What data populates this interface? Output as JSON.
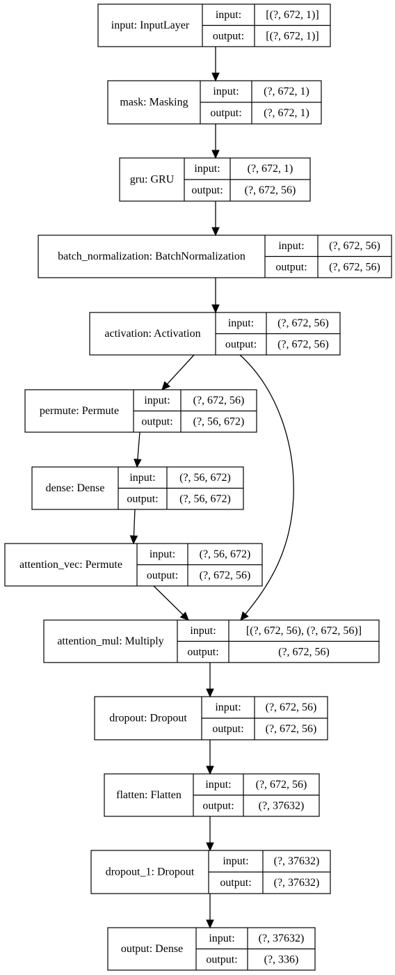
{
  "nodes": [
    {
      "id": "input",
      "label": "input: InputLayer",
      "in_label": "input:",
      "out_label": "output:",
      "input": "[(?, 672, 1)]",
      "output": "[(?, 672, 1)]"
    },
    {
      "id": "mask",
      "label": "mask: Masking",
      "in_label": "input:",
      "out_label": "output:",
      "input": "(?, 672, 1)",
      "output": "(?, 672, 1)"
    },
    {
      "id": "gru",
      "label": "gru: GRU",
      "in_label": "input:",
      "out_label": "output:",
      "input": "(?, 672, 1)",
      "output": "(?, 672, 56)"
    },
    {
      "id": "batch_normalization",
      "label": "batch_normalization: BatchNormalization",
      "in_label": "input:",
      "out_label": "output:",
      "input": "(?, 672, 56)",
      "output": "(?, 672, 56)"
    },
    {
      "id": "activation",
      "label": "activation: Activation",
      "in_label": "input:",
      "out_label": "output:",
      "input": "(?, 672, 56)",
      "output": "(?, 672, 56)"
    },
    {
      "id": "permute",
      "label": "permute: Permute",
      "in_label": "input:",
      "out_label": "output:",
      "input": "(?, 672, 56)",
      "output": "(?, 56, 672)"
    },
    {
      "id": "dense",
      "label": "dense: Dense",
      "in_label": "input:",
      "out_label": "output:",
      "input": "(?, 56, 672)",
      "output": "(?, 56, 672)"
    },
    {
      "id": "attention_vec",
      "label": "attention_vec: Permute",
      "in_label": "input:",
      "out_label": "output:",
      "input": "(?, 56, 672)",
      "output": "(?, 672, 56)"
    },
    {
      "id": "attention_mul",
      "label": "attention_mul: Multiply",
      "in_label": "input:",
      "out_label": "output:",
      "input": "[(?, 672, 56), (?, 672, 56)]",
      "output": "(?, 672, 56)"
    },
    {
      "id": "dropout",
      "label": "dropout: Dropout",
      "in_label": "input:",
      "out_label": "output:",
      "input": "(?, 672, 56)",
      "output": "(?, 672, 56)"
    },
    {
      "id": "flatten",
      "label": "flatten: Flatten",
      "in_label": "input:",
      "out_label": "output:",
      "input": "(?, 672, 56)",
      "output": "(?, 37632)"
    },
    {
      "id": "dropout_1",
      "label": "dropout_1: Dropout",
      "in_label": "input:",
      "out_label": "output:",
      "input": "(?, 37632)",
      "output": "(?, 37632)"
    },
    {
      "id": "output",
      "label": "output: Dense",
      "in_label": "input:",
      "out_label": "output:",
      "input": "(?, 37632)",
      "output": "(?, 336)"
    }
  ],
  "edges": [
    {
      "from": "input",
      "to": "mask"
    },
    {
      "from": "mask",
      "to": "gru"
    },
    {
      "from": "gru",
      "to": "batch_normalization"
    },
    {
      "from": "batch_normalization",
      "to": "activation"
    },
    {
      "from": "activation",
      "to": "permute"
    },
    {
      "from": "activation",
      "to": "attention_mul"
    },
    {
      "from": "permute",
      "to": "dense"
    },
    {
      "from": "dense",
      "to": "attention_vec"
    },
    {
      "from": "attention_vec",
      "to": "attention_mul"
    },
    {
      "from": "attention_mul",
      "to": "dropout"
    },
    {
      "from": "dropout",
      "to": "flatten"
    },
    {
      "from": "flatten",
      "to": "dropout_1"
    },
    {
      "from": "dropout_1",
      "to": "output"
    }
  ]
}
